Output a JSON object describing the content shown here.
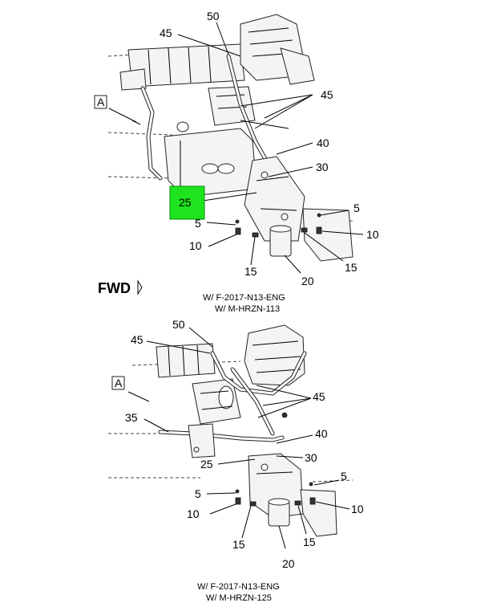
{
  "diagram": {
    "top": {
      "callouts": [
        "50",
        "45",
        "45",
        "A",
        "40",
        "30",
        "25",
        "5",
        "5",
        "10",
        "10",
        "15",
        "15",
        "20"
      ],
      "caption_line1": "W/ F-2017-N13-ENG",
      "caption_line2": "W/ M-HRZN-113"
    },
    "fwd_label": "FWD",
    "bottom": {
      "callouts": [
        "50",
        "45",
        "A",
        "45",
        "35",
        "40",
        "25",
        "30",
        "5",
        "5",
        "10",
        "10",
        "15",
        "15",
        "20"
      ],
      "caption_line1": "W/ F-2017-N13-ENG",
      "caption_line2": "W/ M-HRZN-125"
    },
    "highlighted_callout": "25",
    "highlight_color": "#1ee41e"
  }
}
